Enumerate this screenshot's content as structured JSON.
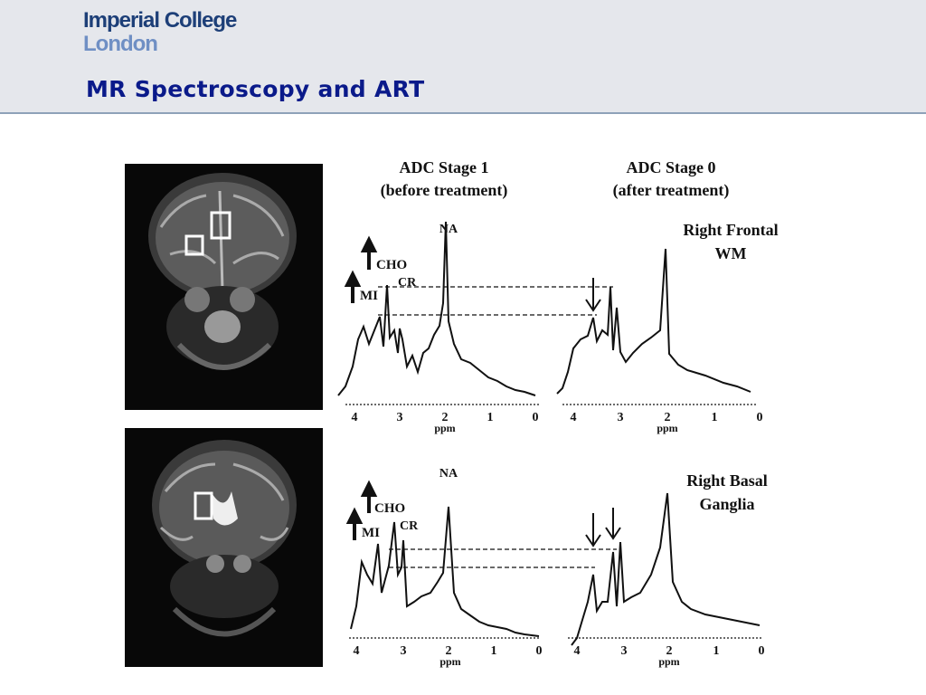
{
  "header": {
    "logo_line1": "Imperial College",
    "logo_line2": "London",
    "title": "MR Spectroscopy and ART"
  },
  "figure": {
    "col_left_l1": "ADC Stage 1",
    "col_left_l2": "(before treatment)",
    "col_right_l1": "ADC Stage 0",
    "col_right_l2": "(after treatment)",
    "region_top_l1": "Right Frontal",
    "region_top_l2": "WM",
    "region_bottom_l1": "Right Basal",
    "region_bottom_l2": "Ganglia",
    "peaks": {
      "na": "NA",
      "cho": "CHO",
      "cr": "CR",
      "mi": "MI"
    },
    "axis_ticks": [
      "4",
      "3",
      "2",
      "1",
      "0"
    ],
    "axis_unit": "ppm"
  },
  "colors": {
    "header_bg": "#e5e7ec",
    "title": "#0a1a8a",
    "logo_dark": "#1d3f78",
    "logo_light": "#6f8fc4"
  }
}
